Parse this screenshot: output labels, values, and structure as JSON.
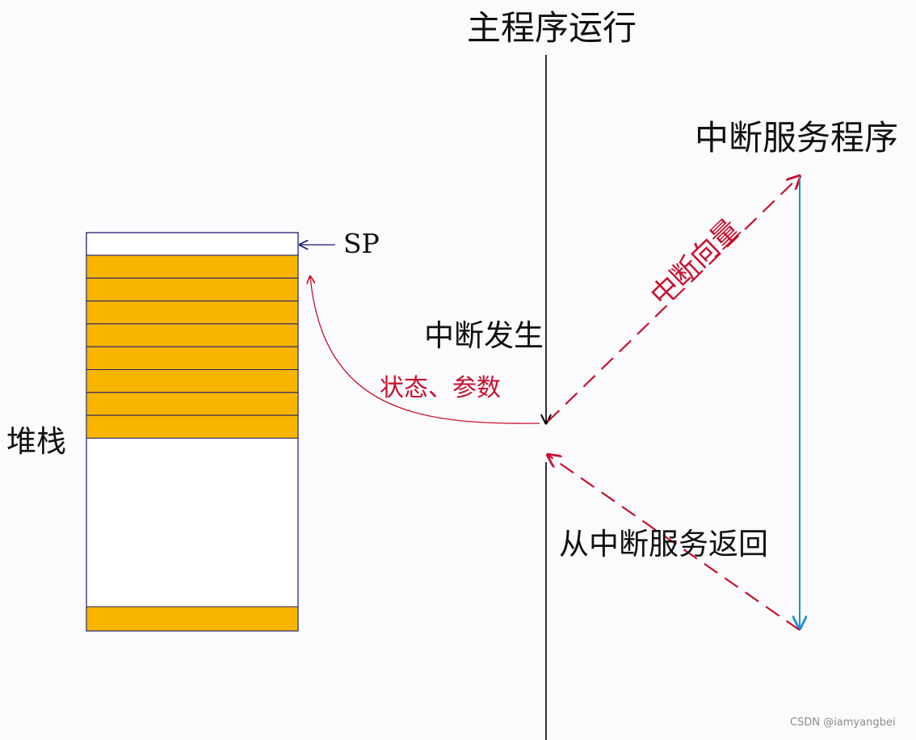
{
  "labels": {
    "main_program": "主程序运行",
    "isr": "中断服务程序",
    "interrupt_occurs": "中断发生",
    "interrupt_vector": "中断向量",
    "return_from_isr": "从中断服务返回",
    "stack": "堆栈",
    "sp": "SP",
    "state_params": "状态、参数"
  },
  "watermark": "CSDN @iamyangbei",
  "colors": {
    "stack_fill": "#f7b500",
    "stack_border": "#1a1a6e",
    "dashed_arrow": "#c8102e",
    "curve_arrow": "#c8102e",
    "isr_line": "#1e90d6",
    "main_line": "#000000",
    "text_red": "#c8102e"
  },
  "stack": {
    "top_empty_slots": 1,
    "filled_slots": 8,
    "bottom_filled_slots": 1
  }
}
